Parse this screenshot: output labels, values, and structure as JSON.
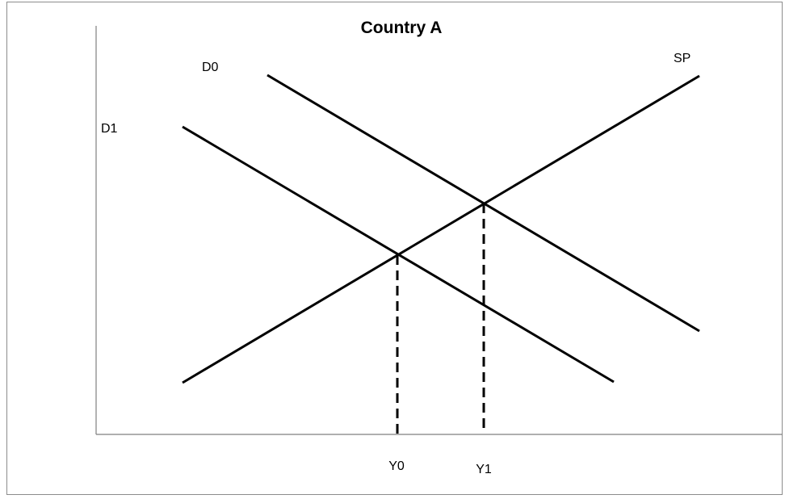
{
  "title": "Country A",
  "curves": {
    "d0": {
      "label": "D0",
      "color": "#000000"
    },
    "d1": {
      "label": "D1",
      "color": "#000000"
    },
    "sp": {
      "label": "SP",
      "color": "#000000"
    }
  },
  "x_axis_labels": {
    "y0": "Y0",
    "y1": "Y1"
  },
  "frame_border_color": "#8c8c8c",
  "axis_color": "#7f7f7f"
}
